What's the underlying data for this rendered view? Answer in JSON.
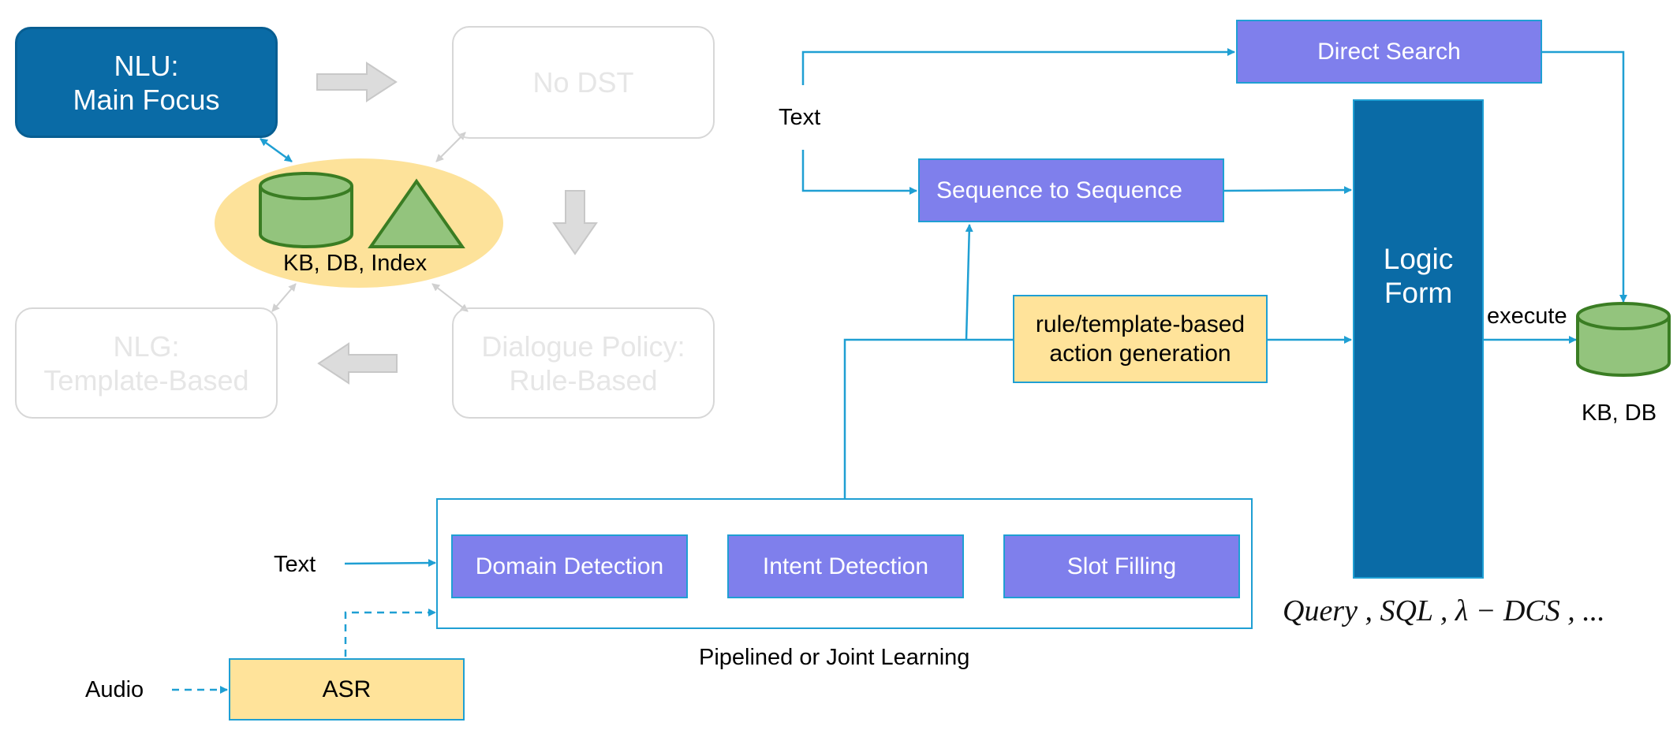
{
  "nlu_box": {
    "line1": "NLU:",
    "line2": "Main Focus"
  },
  "dst_box": {
    "label": "No DST"
  },
  "nlg_box": {
    "line1": "NLG:",
    "line2": "Template-Based"
  },
  "policy_box": {
    "line1": "Dialogue Policy:",
    "line2": "Rule-Based"
  },
  "kb_center": {
    "label": "KB, DB, Index"
  },
  "text_top": "Text",
  "direct_search": "Direct Search",
  "seq2seq": "Sequence to Sequence",
  "rule_template": {
    "line1": "rule/template-based",
    "line2": "action generation"
  },
  "logic_form": {
    "line1": "Logic",
    "line2": "Form"
  },
  "execute": "execute",
  "kb_right": "KB, DB",
  "text_left": "Text",
  "audio": "Audio",
  "asr": "ASR",
  "pipeline": {
    "domain": "Domain Detection",
    "intent": "Intent Detection",
    "slot": "Slot Filling",
    "caption": "Pipelined or Joint Learning"
  },
  "formula": "Query , SQL , λ − DCS , ...",
  "colors": {
    "nlu_blue": "#0a6ba6",
    "purple": "#7f7fec",
    "yellow": "#ffe39a",
    "arrow_blue": "#1f9fd3",
    "ellipse_yellow": "#fde29a",
    "shape_green": "#93c47d",
    "shape_green_stroke": "#3a7d23",
    "faded_gray": "#d7d7d7"
  }
}
